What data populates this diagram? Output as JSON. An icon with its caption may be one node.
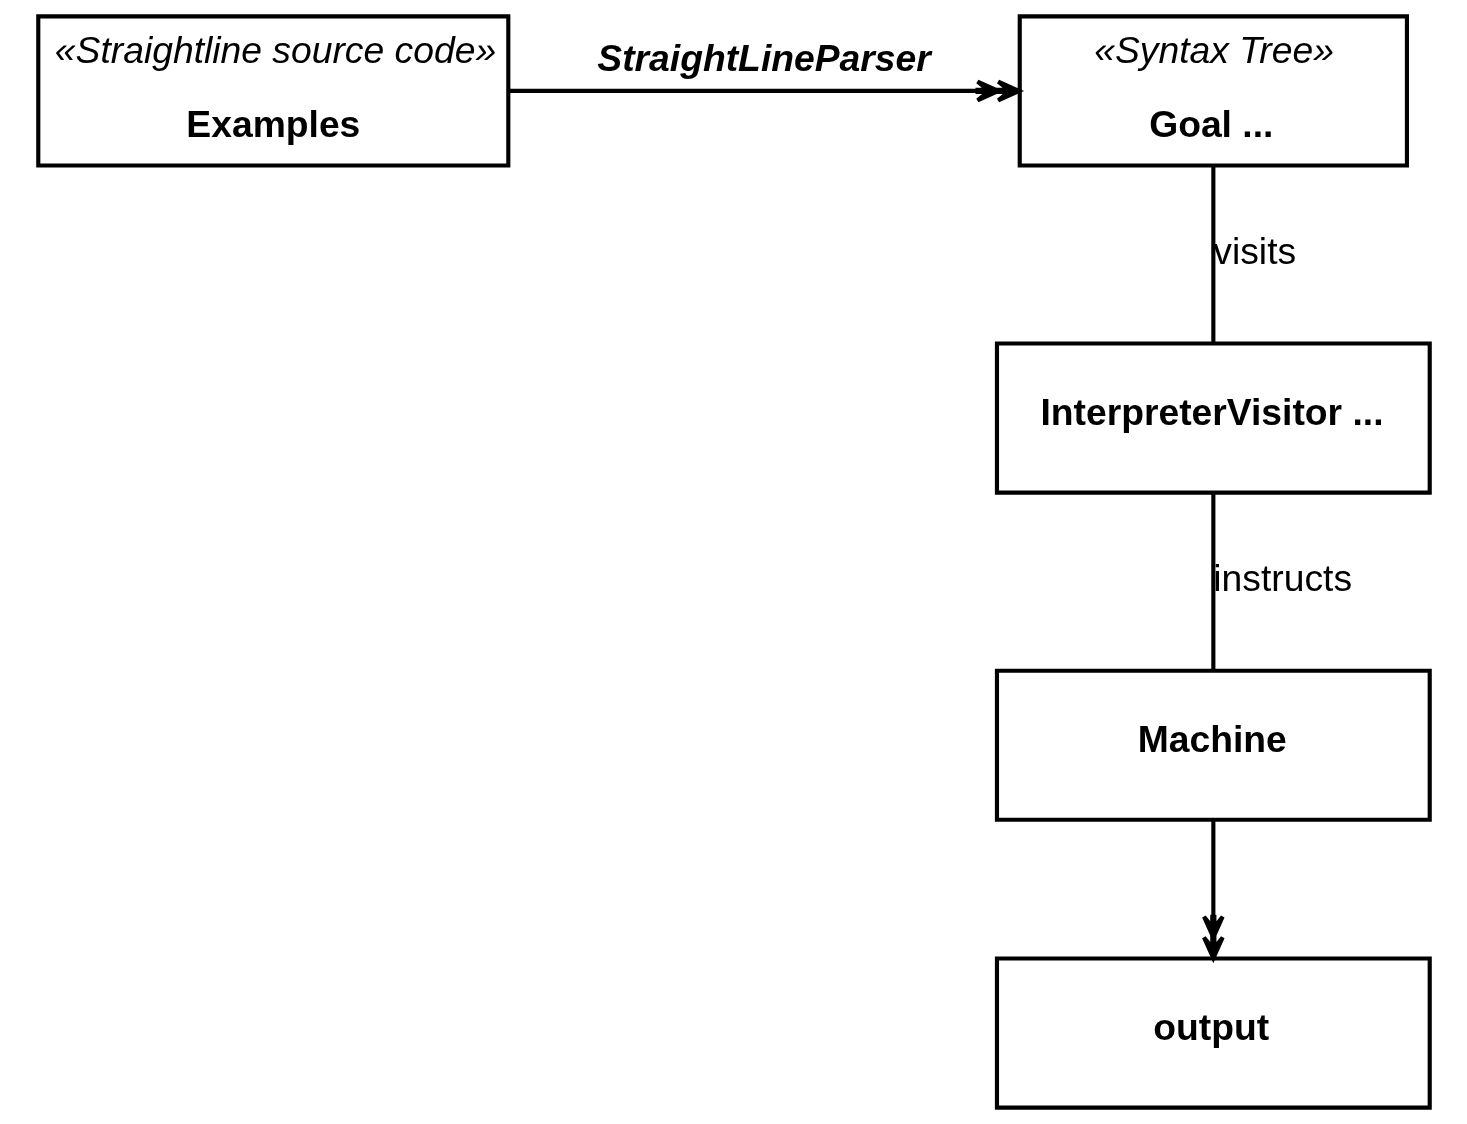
{
  "diagram": {
    "nodes": [
      {
        "text": [
          "«Straightline source code»",
          "Examples"
        ]
      },
      {
        "text": [
          "«Syntax Tree»",
          "Goal ..."
        ]
      },
      {
        "text": [
          "InterpreterVisitor ..."
        ]
      },
      {
        "text": [
          "Machine"
        ]
      },
      {
        "text": [
          "output"
        ]
      }
    ],
    "edges": [
      {
        "from": 0,
        "to": 1,
        "arrow": "to",
        "label": "StraightLineParser"
      },
      {
        "from": 1,
        "to": 2,
        "arrow": "none",
        "label": "visits"
      },
      {
        "from": 2,
        "to": 3,
        "arrow": "none",
        "label": "instructs"
      },
      {
        "from": 3,
        "to": 4,
        "arrow": "to"
      }
    ]
  }
}
